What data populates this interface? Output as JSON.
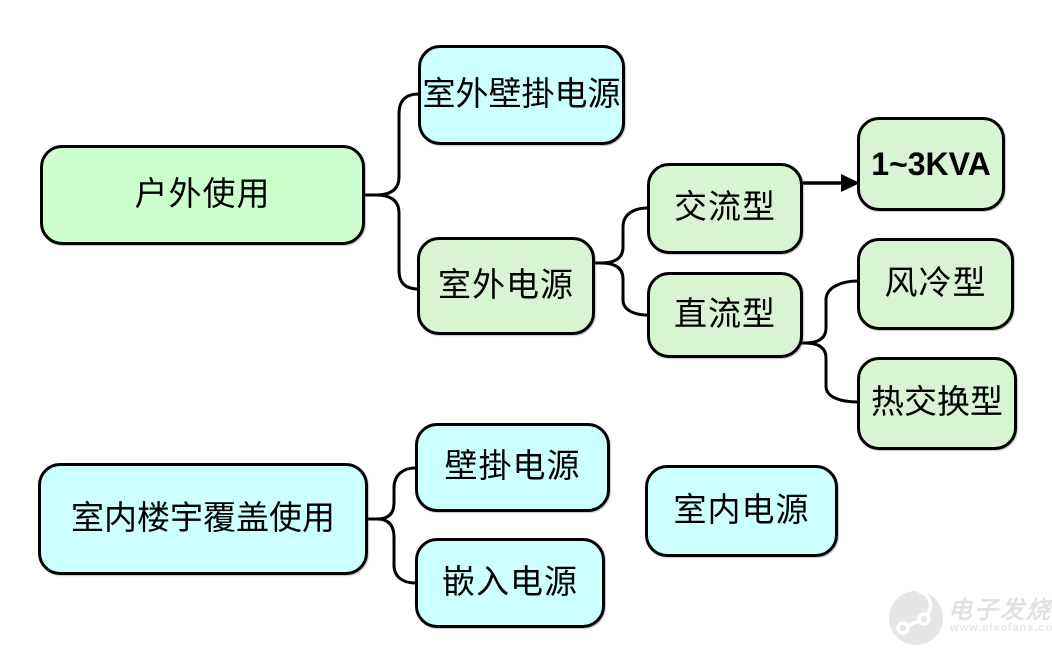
{
  "diagram": {
    "background_color": "#ffffff",
    "palette": {
      "green_primary": "#ccffcc",
      "green_light": "#d9f4d2",
      "blue_light": "#ccffff",
      "border": "#000000",
      "connector": "#000000",
      "watermark_gray": "#e2e2e2"
    },
    "nodes": [
      {
        "id": "outdoor-use",
        "label": "户外使用",
        "color": "green_primary"
      },
      {
        "id": "outdoor-wall-mounted-power",
        "label": "室外壁掛电源",
        "color": "blue_light"
      },
      {
        "id": "outdoor-power",
        "label": "室外电源",
        "color": "green_light"
      },
      {
        "id": "ac-type",
        "label": "交流型",
        "color": "green_light"
      },
      {
        "id": "kva-range",
        "label": "1~3KVA",
        "color": "green_light"
      },
      {
        "id": "dc-type",
        "label": "直流型",
        "color": "green_light"
      },
      {
        "id": "air-cooled-type",
        "label": "风冷型",
        "color": "green_light"
      },
      {
        "id": "heat-exchange-type",
        "label": "热交换型",
        "color": "green_light"
      },
      {
        "id": "indoor-building-coverage-use",
        "label": "室内楼宇覆盖使用",
        "color": "blue_light"
      },
      {
        "id": "wall-mounted-power",
        "label": "壁掛电源",
        "color": "blue_light"
      },
      {
        "id": "embedded-power",
        "label": "嵌入电源",
        "color": "blue_light"
      },
      {
        "id": "indoor-power",
        "label": "室内电源",
        "color": "blue_light"
      }
    ],
    "edges": [
      {
        "from": "户外使用",
        "to": [
          "室外壁掛电源",
          "室外电源"
        ],
        "connector": "brace"
      },
      {
        "from": "室外电源",
        "to": [
          "交流型",
          "直流型"
        ],
        "connector": "brace"
      },
      {
        "from": "交流型",
        "to": [
          "1~3KVA"
        ],
        "connector": "arrow"
      },
      {
        "from": "直流型",
        "to": [
          "风冷型",
          "热交换型"
        ],
        "connector": "brace"
      },
      {
        "from": "室内楼宇覆盖使用",
        "to": [
          "壁掛电源",
          "嵌入电源"
        ],
        "connector": "brace"
      }
    ],
    "watermark": {
      "brand": "电子发烧友",
      "site": "www.elecfans.com"
    }
  }
}
